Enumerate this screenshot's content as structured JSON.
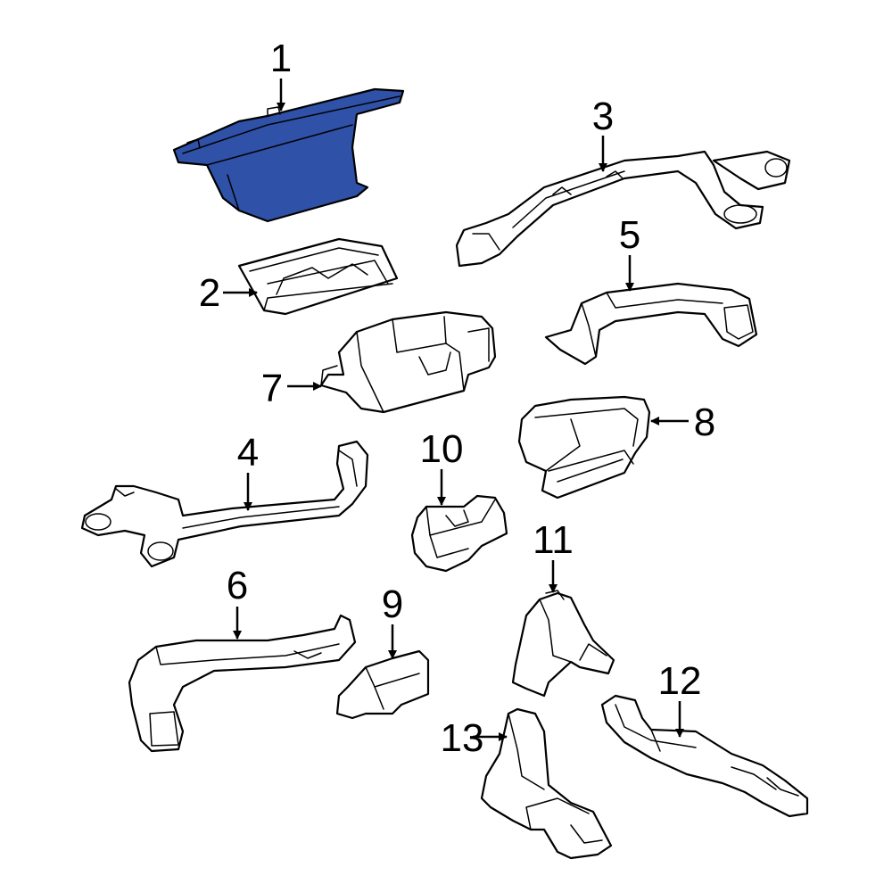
{
  "highlight_color": "#2f52a8",
  "highlighted_part": "1",
  "callouts": [
    "1",
    "2",
    "3",
    "4",
    "5",
    "6",
    "7",
    "8",
    "9",
    "10",
    "11",
    "12",
    "13"
  ]
}
